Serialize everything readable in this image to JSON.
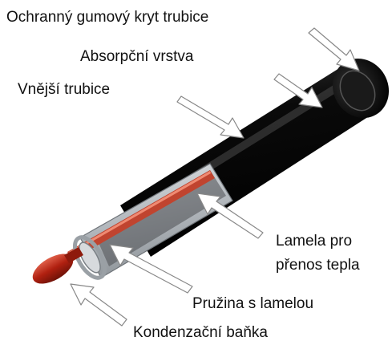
{
  "labels": {
    "rubber_cap": "Ochranný gumový kryt trubice",
    "absorption_layer": "Absorpční vrstva",
    "outer_tube": "Vnější trubice",
    "lamella_line1": "Lamela pro",
    "lamella_line2": "přenos tepla",
    "spring": "Pružina s lamelou",
    "condenser_bulb": "Kondenzační baňka"
  },
  "colors": {
    "tube_body": "#0b0b0b",
    "glass": "#bfc4c9",
    "copper_pipe": "#c0442f",
    "condenser": "#b02010",
    "arrow_fill": "#ffffff",
    "arrow_stroke": "#888888",
    "text": "#111111"
  }
}
